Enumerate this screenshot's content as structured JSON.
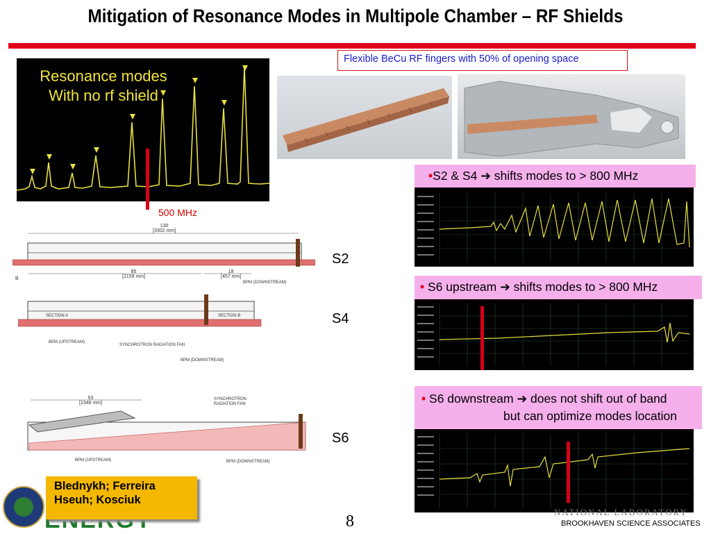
{
  "title": "Mitigation of Resonance Modes in Multipole Chamber – RF Shields",
  "caption_top": "Flexible BeCu RF fingers with 50% of opening space",
  "scope_main": {
    "line1": "Resonance modes",
    "line2": "With no rf shield"
  },
  "marker_label": "500 MHz",
  "bullets": {
    "s2s4": {
      "pre": "S2 & S4 ",
      "arrow": "➔",
      "post": " shifts modes to > 800 MHz"
    },
    "s6up": {
      "pre": "S6 upstream ",
      "arrow": "➔",
      "post": " shifts modes to > 800 MHz"
    },
    "s6down": {
      "pre": "S6 downstream ",
      "arrow": "➔",
      "post": " does not shift out of band",
      "line2": "but can optimize modes location"
    }
  },
  "section_labels": {
    "s2": "S2",
    "s4": "S4",
    "s6": "S6"
  },
  "drawings": {
    "s2": {
      "dim_top": "130",
      "dim_top_mm": "[3302 mm]",
      "marker": "B"
    },
    "s4": {
      "dim_a": "85",
      "dim_a_mm": "[2159 mm]",
      "dim_b": "18",
      "dim_b_mm": "[457 mm]",
      "section_a": "SECTION A",
      "section_b": "SECTION B",
      "bpm_up": "BPM (UPSTREAM)",
      "bpm_down": "BPM (DOWNSTREAM)",
      "bpm_down2": "BPM (DOWNSTREAM)",
      "fan": "SYNCHROTRON RADIATION FAN"
    },
    "s6": {
      "dim": "53",
      "dim_mm": "[1346 mm]",
      "fan1": "SYNCHROTRON",
      "fan2": "RADIATION FAN",
      "bpm_up": "BPM (UPSTREAM)",
      "bpm_down": "BPM (DOWNSTREAM)"
    }
  },
  "authors": {
    "line1": "Blednykh; Ferreira",
    "line2": "Hseuh; Kosciuk"
  },
  "page_number": "8",
  "footer": {
    "natlab": "NATIONAL LABORATORY",
    "bsa": "BROOKHAVEN SCIENCE ASSOCIATES",
    "energy": "ENERGY"
  },
  "colors": {
    "accent_red": "#e0001b",
    "trace_yellow": "#e8e040",
    "pink": "#f5b0ec",
    "gold": "#f4b800",
    "caption_blue": "#1a1ad0"
  },
  "icons": {
    "bullet": "bullet-dot",
    "arrow": "right-arrow-icon",
    "seal": "doe-seal-icon"
  }
}
